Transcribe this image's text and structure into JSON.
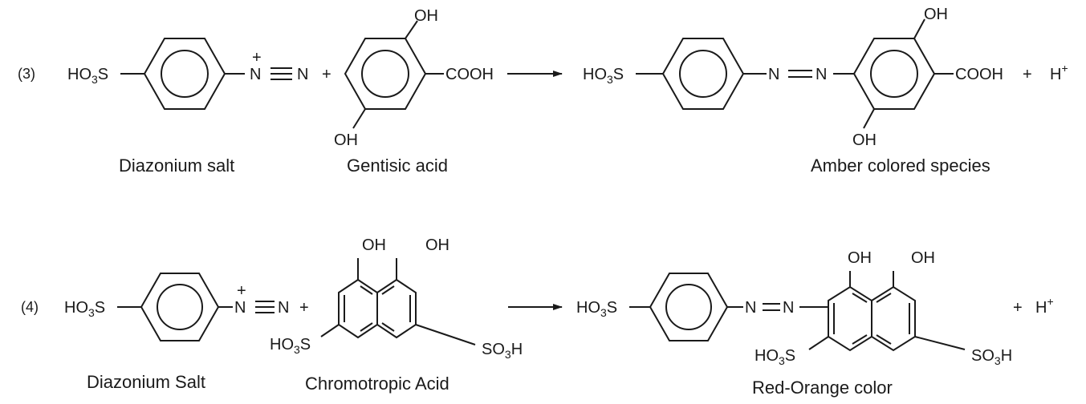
{
  "reaction3": {
    "number": "(3)",
    "so3h_left": "HO3S",
    "n_plus": "+",
    "n1": "N",
    "n2": "N",
    "plus": "+",
    "oh_top": "OH",
    "oh_bottom": "OH",
    "cooh": "COOH",
    "prod_so3h": "HO3S",
    "prod_n1": "N",
    "prod_n2": "N",
    "prod_oh_top": "OH",
    "prod_oh_bottom": "OH",
    "prod_cooh": "COOH",
    "plus2": "+",
    "h_plus": "H+",
    "label_diazonium": "Diazonium salt",
    "label_acid": "Gentisic acid",
    "label_product": "Amber colored species"
  },
  "reaction4": {
    "number": "(4)",
    "so3h_left": "HO3S",
    "n_plus": "+",
    "n1": "N",
    "n2": "N",
    "plus": "+",
    "oh1": "OH",
    "oh2": "OH",
    "so3h_a": "HO3S",
    "so3h_b": "SO3H",
    "prod_so3h": "HO3S",
    "prod_n1": "N",
    "prod_n2": "N",
    "prod_oh1": "OH",
    "prod_oh2": "OH",
    "prod_so3h_a": "HO3S",
    "prod_so3h_b": "SO3H",
    "plus2": "+",
    "h_plus": "H+",
    "label_diazonium": "Diazonium Salt",
    "label_acid": "Chromotropic Acid",
    "label_product": "Red-Orange color"
  }
}
